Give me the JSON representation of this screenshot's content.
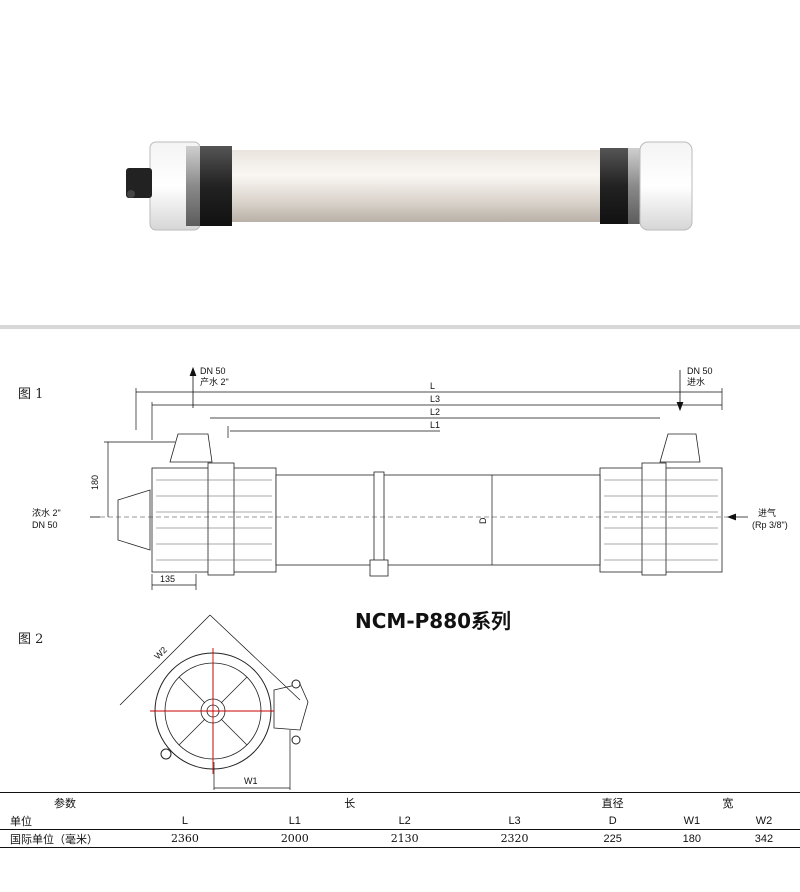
{
  "figure1": {
    "label": "图 1",
    "top_left_callout": [
      "DN 50",
      "产水 2\""
    ],
    "top_right_callout": [
      "DN 50",
      "进水"
    ],
    "left_callout": [
      "浓水 2\"",
      "DN 50"
    ],
    "right_callout": [
      "进气",
      "(Rp 3/8\")"
    ],
    "dims": {
      "L": "L",
      "L3": "L3",
      "L2": "L2",
      "L1": "L1",
      "D": "D",
      "h180": "180",
      "w135": "135"
    }
  },
  "series_title": "NCM-P880系列",
  "figure2": {
    "label": "图 2",
    "W2": "W2",
    "W1": "W1"
  },
  "spec_table": {
    "param_label": "参数",
    "unit_label": "单位",
    "group_long": "长",
    "group_dia": "直径",
    "group_wide": "宽",
    "columns": [
      "L",
      "L1",
      "L2",
      "L3",
      "D",
      "W1",
      "W2"
    ],
    "row_label": "国际单位（毫米）",
    "values": [
      "2360",
      "2000",
      "2130",
      "2320",
      "225",
      "180",
      "342"
    ]
  }
}
